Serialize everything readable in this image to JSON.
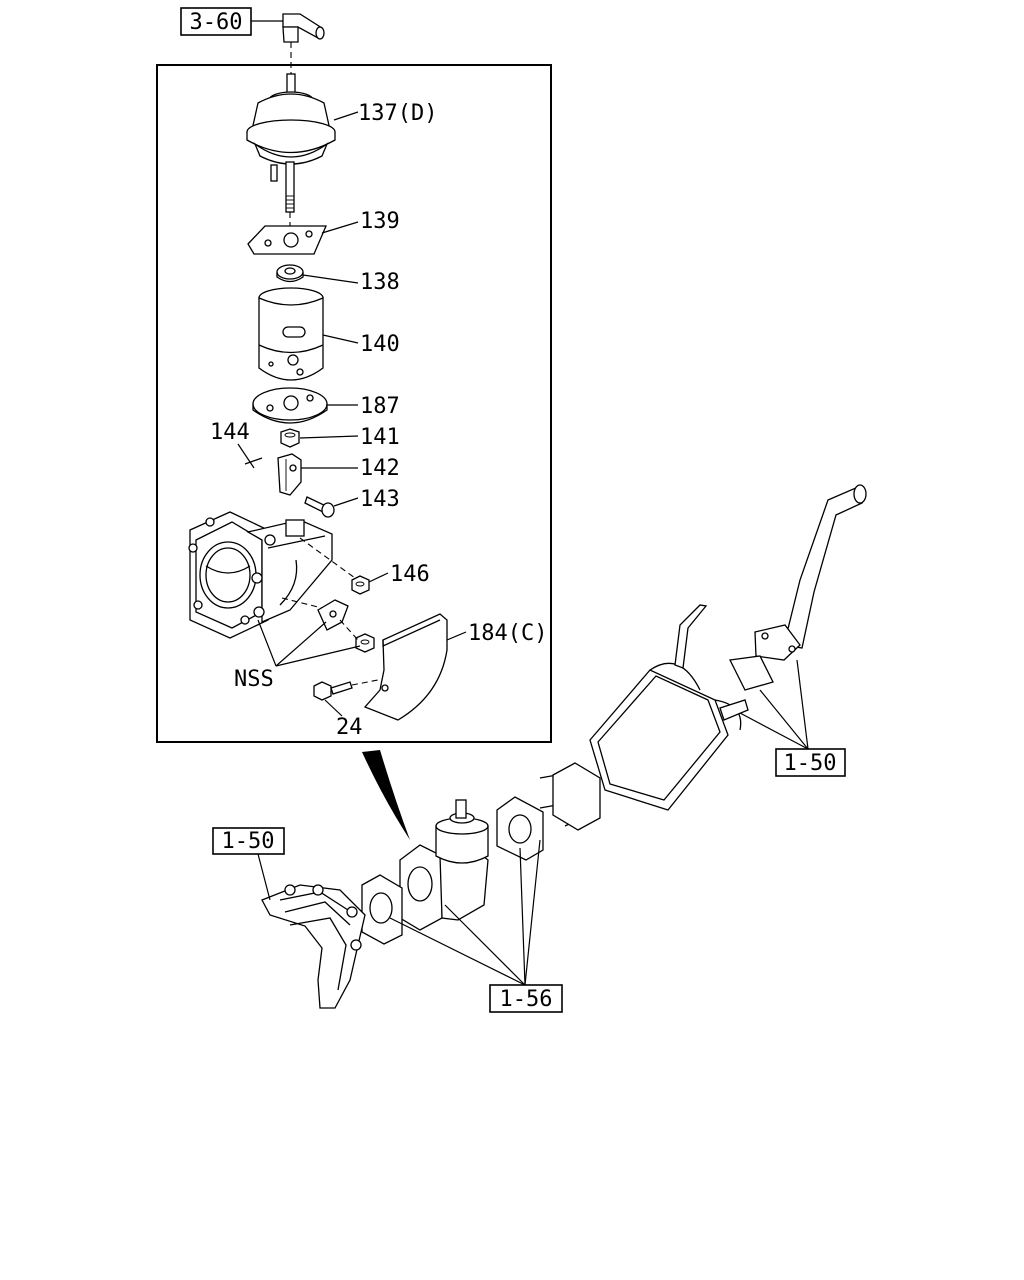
{
  "callouts": {
    "ref_3_60": "3-60",
    "p137": "137(D)",
    "p139": "139",
    "p138": "138",
    "p140": "140",
    "p187": "187",
    "p144": "144",
    "p141": "141",
    "p142": "142",
    "p143": "143",
    "p146": "146",
    "p184": "184(C)",
    "nss": "NSS",
    "p24": "24",
    "ref_1_50_right": "1-50",
    "ref_1_50_left": "1-50",
    "ref_1_56": "1-56"
  }
}
